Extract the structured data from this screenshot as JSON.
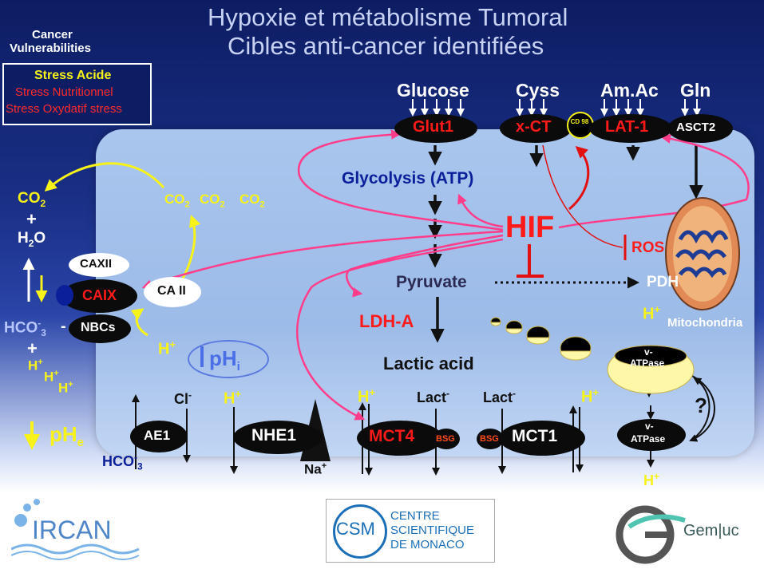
{
  "title": {
    "line1": "Hypoxie et métabolisme Tumoral",
    "line2": "Cibles anti-cancer identifiées"
  },
  "legend": {
    "heading_line1": "Cancer",
    "heading_line2": "Vulnerabilities",
    "item1": "Stress Acide",
    "item2": "Stress Nutritionnel",
    "item3": "Stress Oxydatif stress"
  },
  "nutrients": {
    "glucose": "Glucose",
    "cyss": "Cyss",
    "amac": "Am.Ac",
    "gln": "Gln"
  },
  "transporters": {
    "glut1": "Glut1",
    "xct": "x-CT",
    "cd98": "CD 98",
    "lat1": "LAT-1",
    "asct2": "ASCT2",
    "caxii": "CAXII",
    "caix": "CAIX",
    "ca2": "CA II",
    "nbcs": "NBCs",
    "ae1": "AE1",
    "nhe1": "NHE1",
    "mct4": "MCT4",
    "mct1": "MCT1",
    "bsg": "BSG",
    "vatpase_l1": "v-",
    "vatpase_l2": "ATPase"
  },
  "labels": {
    "glycolysis": "Glycolysis (ATP)",
    "hif": "HIF",
    "pyruvate": "Pyruvate",
    "pdh": "PDH",
    "ldha": "LDH-A",
    "lactic": "Lactic acid",
    "ros": "ROS",
    "mitochondria": "Mitochondria",
    "question": "?",
    "lact": "Lact",
    "minus": "-",
    "cl": "Cl",
    "na": "Na",
    "plus": "+",
    "hplus": "H",
    "co2": "CO",
    "two": "2",
    "three": "3",
    "h2o_h": "H",
    "h2o_o": "O",
    "hco3": "HCO",
    "phi": "pH",
    "phi_sub": "i",
    "phe": "pH",
    "phe_sub": "e",
    "plus_sign": "+"
  },
  "logos": {
    "ircan": "IRCAN",
    "csm_abbr": "CSM",
    "csm_line1": "CENTRE",
    "csm_line2": "SCIENTIFIQUE",
    "csm_line3": "DE MONACO",
    "gemluc": "Gem|uc"
  },
  "colors": {
    "yellow": "#f7f21a",
    "red": "#ff1a1a",
    "magenta": "#ff3d8b",
    "navy": "#0b1f9a",
    "cell": "#a9c6ee"
  }
}
